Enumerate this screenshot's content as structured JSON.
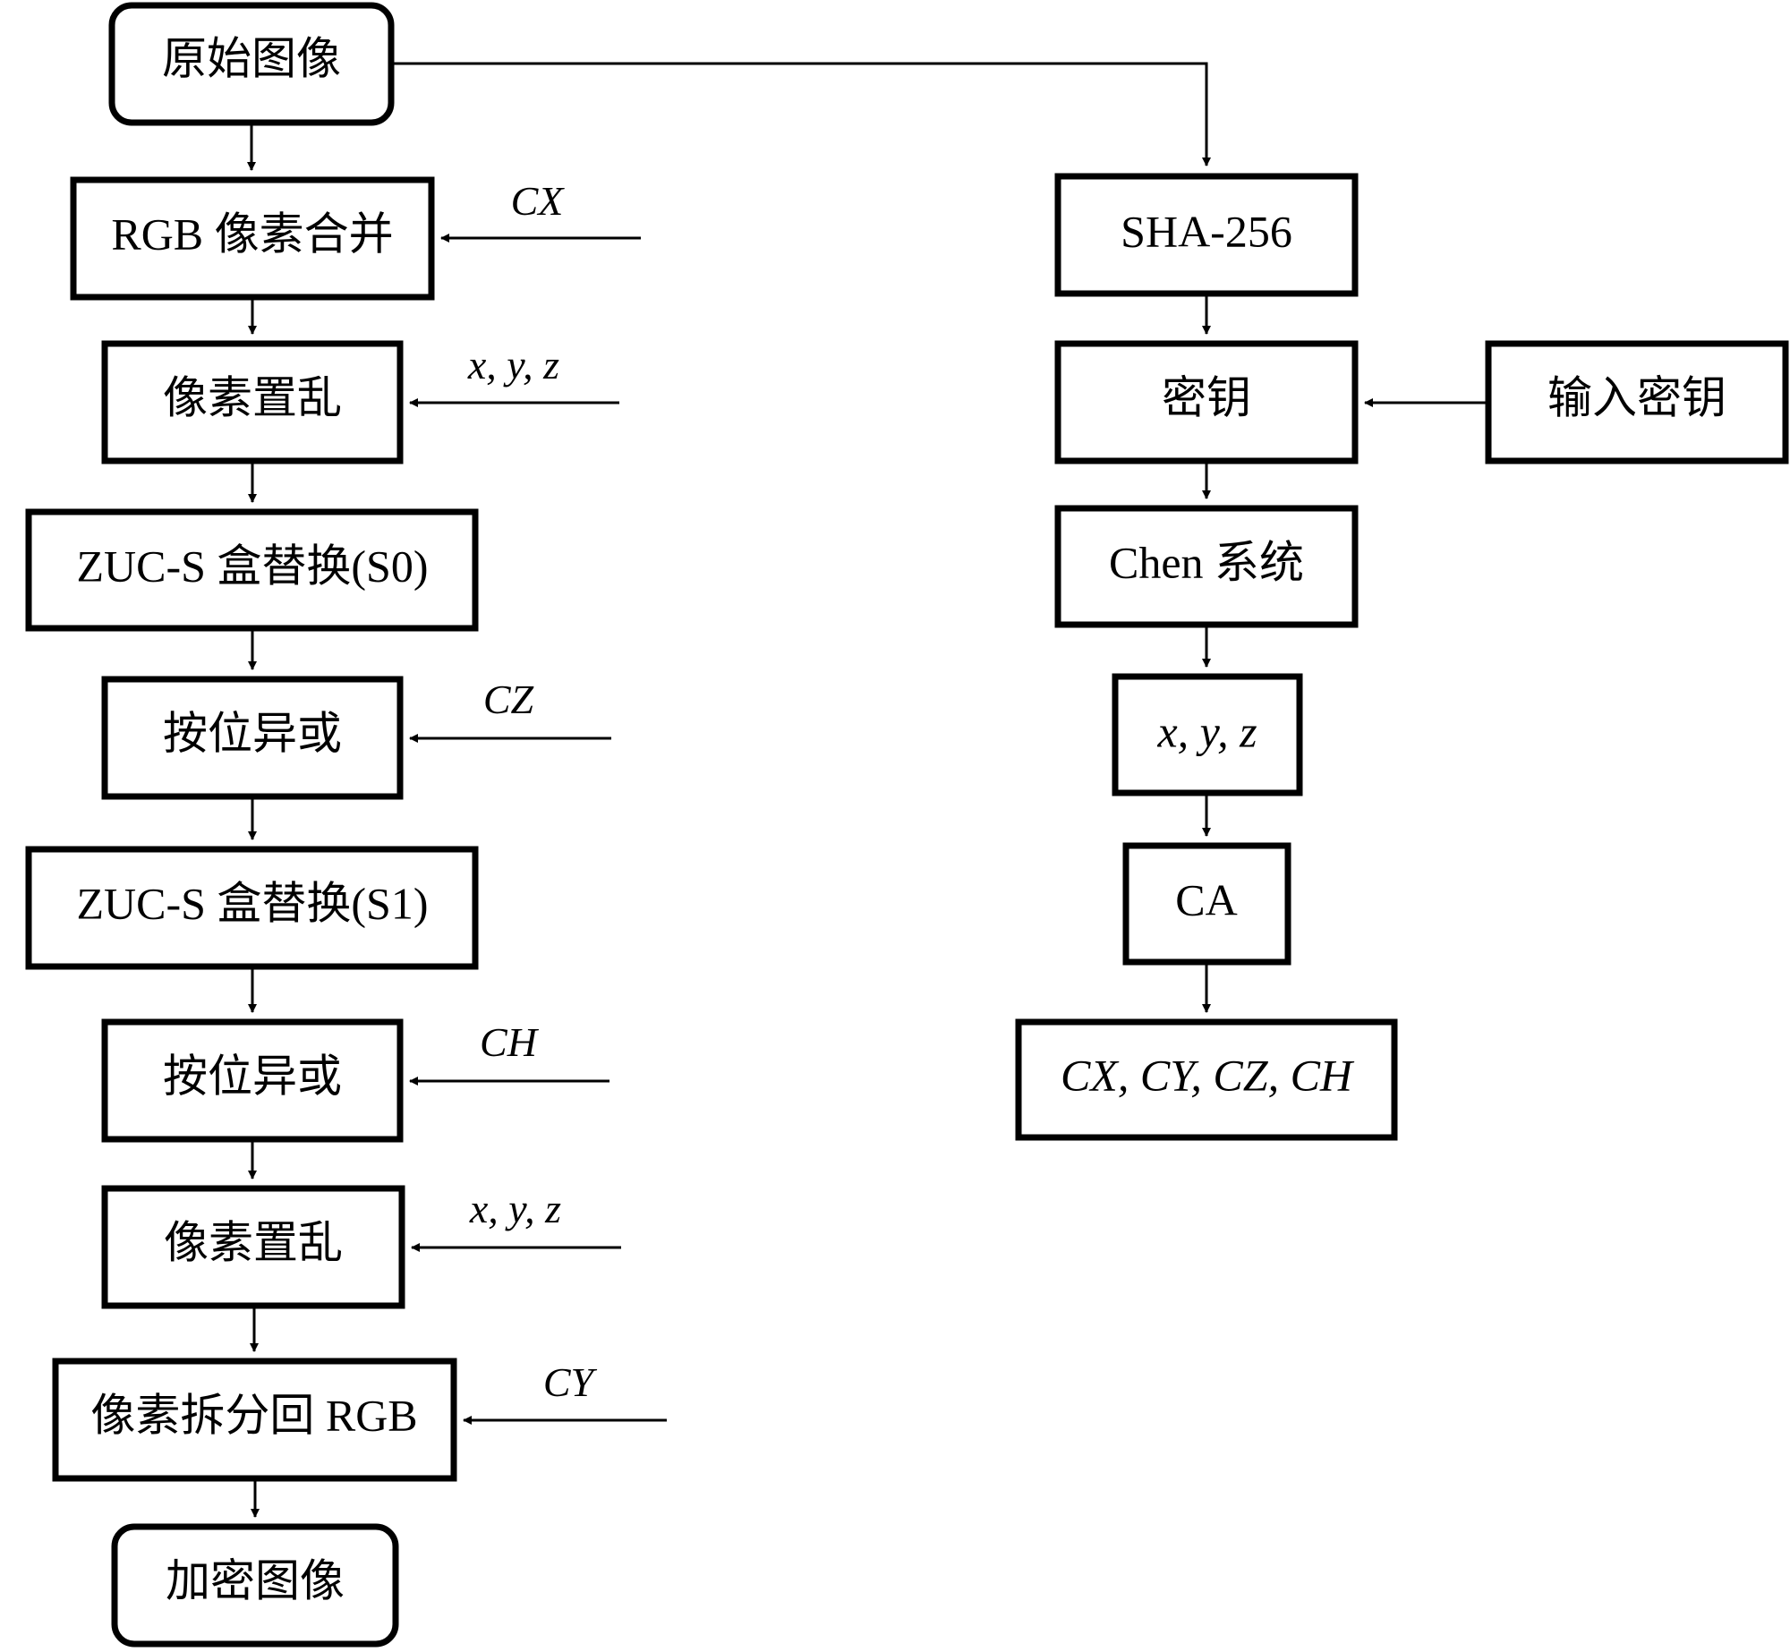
{
  "left_chain": {
    "start": "原始图像",
    "rgb_merge": "RGB 像素合并",
    "scramble_1": "像素置乱",
    "sbox_s0": "ZUC-S 盒替换(S0)",
    "xor_1": "按位异或",
    "sbox_s1": "ZUC-S 盒替换(S1)",
    "xor_2": "按位异或",
    "scramble_2": "像素置乱",
    "split_rgb": "像素拆分回 RGB",
    "end": "加密图像"
  },
  "left_inputs": {
    "cx": "CX",
    "xyz_1": "x, y, z",
    "cz": "CZ",
    "ch": "CH",
    "xyz_2": "x, y, z",
    "cy": "CY"
  },
  "right_chain": {
    "sha": "SHA-256",
    "key": "密钥",
    "input_key": "输入密钥",
    "chen": "Chen 系统",
    "xyz": "x, y, z",
    "ca": "CA",
    "outputs": "CX, CY, CZ, CH"
  },
  "style": {
    "stroke_color": "#000000",
    "background": "#ffffff"
  }
}
